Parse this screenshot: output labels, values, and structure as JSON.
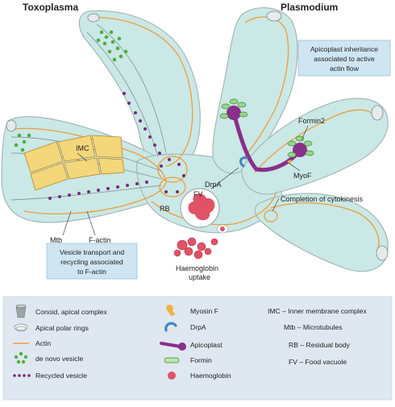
{
  "titles": {
    "left": "Toxoplasma",
    "right": "Plasmodium"
  },
  "labels": {
    "imc": "IMC",
    "rb": "RB",
    "fv": "FV",
    "mtb": "Mtb",
    "factin": "F-actin",
    "drpa": "DrpA",
    "formin2": "Formin2",
    "myof": "MyoF",
    "cytokinesis": "Completion of cytokinesis",
    "haemo_line1": "Haemoglobin",
    "haemo_line2": "uptake"
  },
  "boxes": {
    "apicoplast": [
      "Apicoplast inheritance",
      "associated to active",
      "actin flow"
    ],
    "vesicle": [
      "Vesicle transport and",
      "recycling associated",
      "to F-actin"
    ]
  },
  "legend": {
    "col1": [
      "Conoid, apical complex",
      "Apical polar rings",
      "Actin",
      "de novo vesicle",
      "Recycled vesicle"
    ],
    "col2": [
      "Myosin F",
      "DrpA",
      "Apicoplast",
      "Formin",
      "Haemoglobin"
    ],
    "col3": [
      "IMC – Inner membrane complex",
      "Mtb – Microtubules",
      "RB – Residual body",
      "FV – Food vacuole"
    ]
  },
  "icons": {
    "col1": [
      "conoid-icon",
      "polar-rings-icon",
      "actin-icon",
      "de-novo-vesicle-icon",
      "recycled-vesicle-icon"
    ],
    "col2": [
      "myosin-f-icon",
      "drpa-icon",
      "apicoplast-icon",
      "formin-icon",
      "haemoglobin-icon"
    ]
  },
  "colors": {
    "cell": "#c9e8e6",
    "actin": "#ef9d3a",
    "box": "#cfe5f2",
    "vesicle_green": "#4fae3c",
    "vesicle_recycled": "#7a2a7a",
    "apicoplast": "#8a2f8c",
    "drpa": "#3b86c8",
    "haemoglobin": "#e15266",
    "imc": "#f4d77a"
  }
}
